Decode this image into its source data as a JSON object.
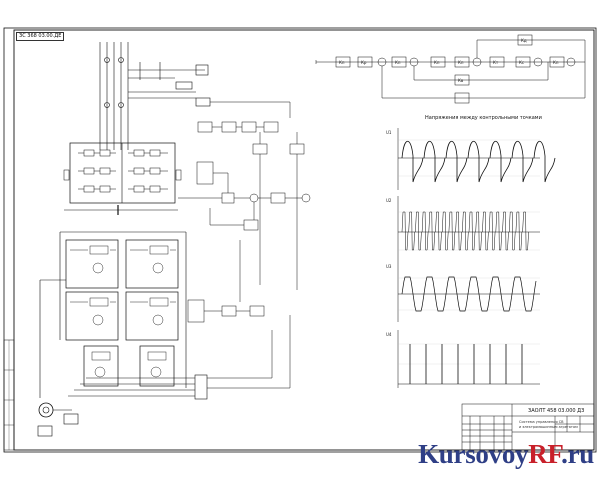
{
  "drawing": {
    "doc_code_top": "ЗС 368 03.00.ДЕ",
    "oscillogram_title": "Напряжения между контрольными точками",
    "stamp": {
      "doc_code": "ЗАОЛТ 458 03.000 ДЗ",
      "description_line1": "Система управления СВ",
      "description_line2": "и электромашинным агрегатом"
    }
  },
  "control_loop": {
    "blocks": [
      "Кп",
      "Кр",
      "Кп",
      "Кп",
      "Кп",
      "Кт",
      "Кс",
      "Кп",
      "Кд",
      "Кв"
    ]
  },
  "oscillograms": [
    {
      "axis_label": "U1",
      "waveform": "square-with-spikes"
    },
    {
      "axis_label": "U2",
      "waveform": "dense-pulses"
    },
    {
      "axis_label": "U3",
      "waveform": "clipped-sine"
    },
    {
      "axis_label": "U4",
      "waveform": "impulses"
    }
  ],
  "watermark": {
    "text_main": "Kursovoy",
    "text_rf": "RF",
    "text_tld": ".ru"
  },
  "colors": {
    "ink": "#111111",
    "watermark_blue": "#2f3f86",
    "watermark_red": "#c8202a"
  }
}
